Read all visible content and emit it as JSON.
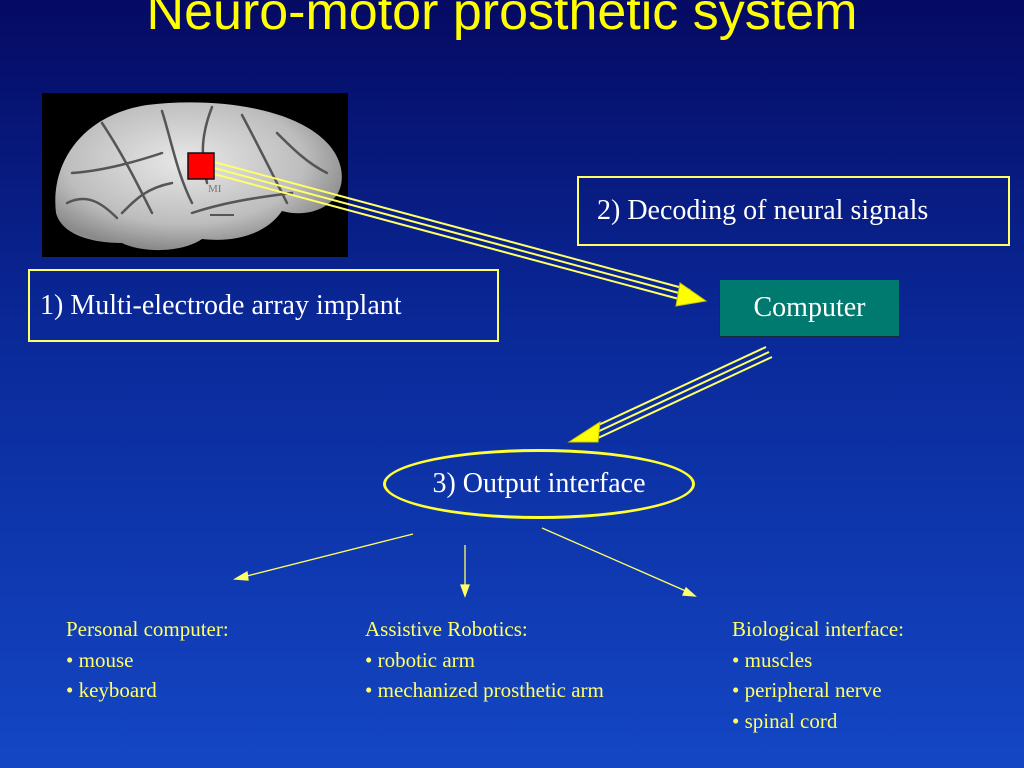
{
  "title": "Neuro-motor prosthetic system",
  "brain": {
    "area_label": "MI"
  },
  "labels": {
    "implant": "1) Multi-electrode array implant",
    "decoding": "2) Decoding of neural signals",
    "computer": "Computer",
    "output": "3) Output interface"
  },
  "outputs": [
    {
      "heading": "Personal computer:",
      "items": [
        "mouse",
        "keyboard"
      ]
    },
    {
      "heading": "Assistive Robotics:",
      "items": [
        "robotic arm",
        "mechanized prosthetic arm"
      ]
    },
    {
      "heading": "Biological interface:",
      "items": [
        "muscles",
        "peripheral nerve",
        "spinal cord"
      ]
    }
  ],
  "colors": {
    "accent": "#ffff00",
    "electrode": "#ff0000",
    "computer_fill": "#007a6e"
  }
}
